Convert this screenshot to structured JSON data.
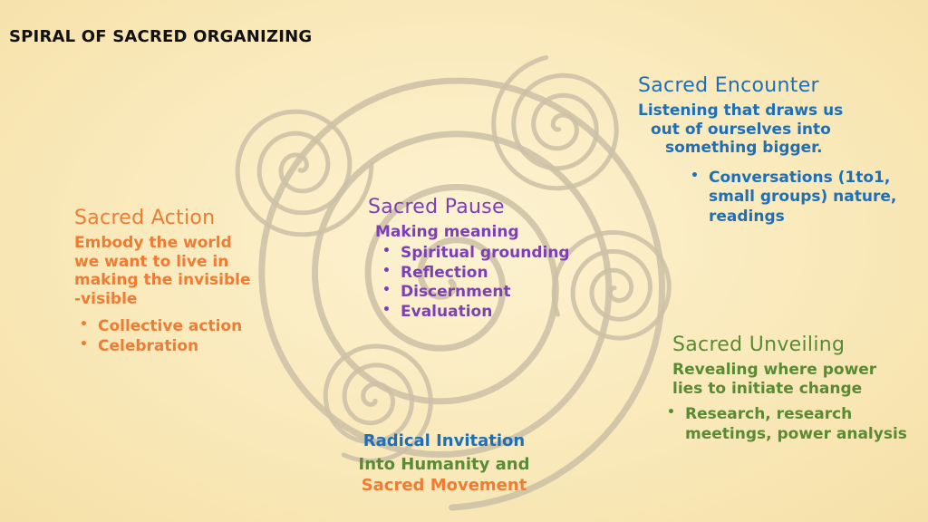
{
  "title": "SPIRAL OF SACRED ORGANIZING",
  "colors": {
    "orange": "#ef7c35",
    "purple": "#7d3fb6",
    "blue": "#1e6fb8",
    "green": "#5a8a33",
    "spiral": "#cbbfa6"
  },
  "sections": {
    "encounter": {
      "heading": "Sacred Encounter",
      "lines": [
        "Listening that draws us",
        "out of ourselves into",
        "something bigger."
      ],
      "bullets": [
        [
          "Conversations (1to1,",
          "small groups) nature,",
          "readings"
        ]
      ]
    },
    "action": {
      "heading": "Sacred Action",
      "lines": [
        "Embody the world",
        "we want to live in",
        "making the invisible",
        "-visible"
      ],
      "bullets": [
        [
          "Collective action"
        ],
        [
          "Celebration"
        ]
      ]
    },
    "pause": {
      "heading": "Sacred Pause",
      "lines": [
        "Making meaning"
      ],
      "bullets": [
        [
          "Spiritual grounding"
        ],
        [
          "Reflection"
        ],
        [
          "Discernment"
        ],
        [
          "Evaluation"
        ]
      ]
    },
    "unveiling": {
      "heading": "Sacred Unveiling",
      "lines": [
        "Revealing where power",
        "lies to initiate change"
      ],
      "bullets": [
        [
          "Research, research",
          "meetings, power analysis"
        ]
      ]
    },
    "invitation": {
      "heading": "Radical Invitation",
      "line1": "Into Humanity and",
      "line2": "Sacred Movement"
    }
  }
}
